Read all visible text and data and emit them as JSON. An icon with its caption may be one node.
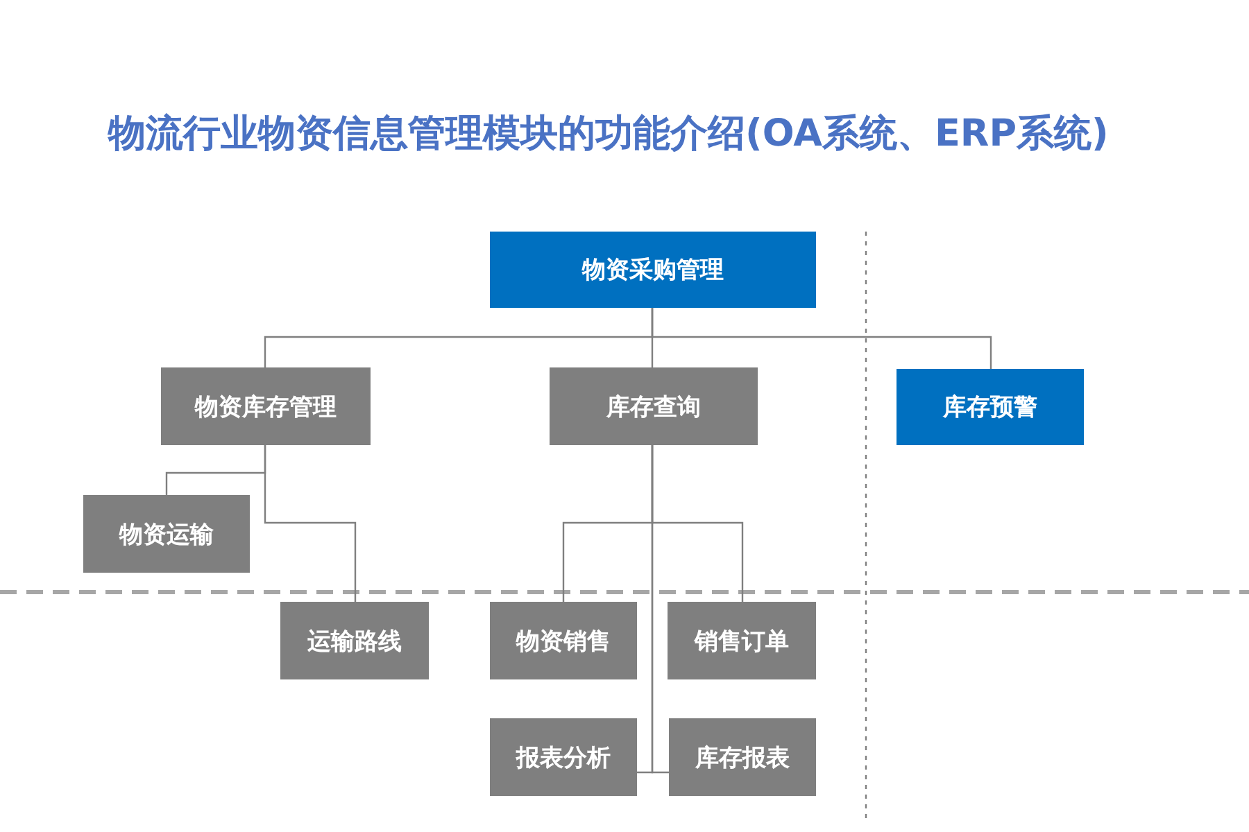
{
  "diagram": {
    "title": "物流行业物资信息管理模块的功能介绍(OA系统、ERP系统)",
    "nodes": [
      {
        "text": [
          "物资采购管理"
        ]
      },
      {
        "text": [
          "物资库存管理"
        ]
      },
      {
        "text": [
          "库存查询"
        ]
      },
      {
        "text": [
          "库存预警"
        ]
      },
      {
        "text": [
          "物资运输"
        ]
      },
      {
        "text": [
          "运输路线"
        ]
      },
      {
        "text": [
          "物资销售"
        ]
      },
      {
        "text": [
          "销售订单"
        ]
      },
      {
        "text": [
          "报表分析"
        ]
      },
      {
        "text": [
          "库存报表"
        ]
      }
    ],
    "edges": [
      {
        "from": 0,
        "to": 1,
        "arrow": "none"
      },
      {
        "from": 0,
        "to": 2,
        "arrow": "none"
      },
      {
        "from": 0,
        "to": 3,
        "arrow": "none"
      },
      {
        "from": 1,
        "to": 4,
        "arrow": "none"
      },
      {
        "from": 1,
        "to": 5,
        "arrow": "none"
      },
      {
        "from": 2,
        "to": 6,
        "arrow": "none"
      },
      {
        "from": 2,
        "to": 7,
        "arrow": "none"
      },
      {
        "from": 2,
        "to": 8,
        "arrow": "none"
      },
      {
        "from": 2,
        "to": 9,
        "arrow": "none"
      }
    ]
  }
}
